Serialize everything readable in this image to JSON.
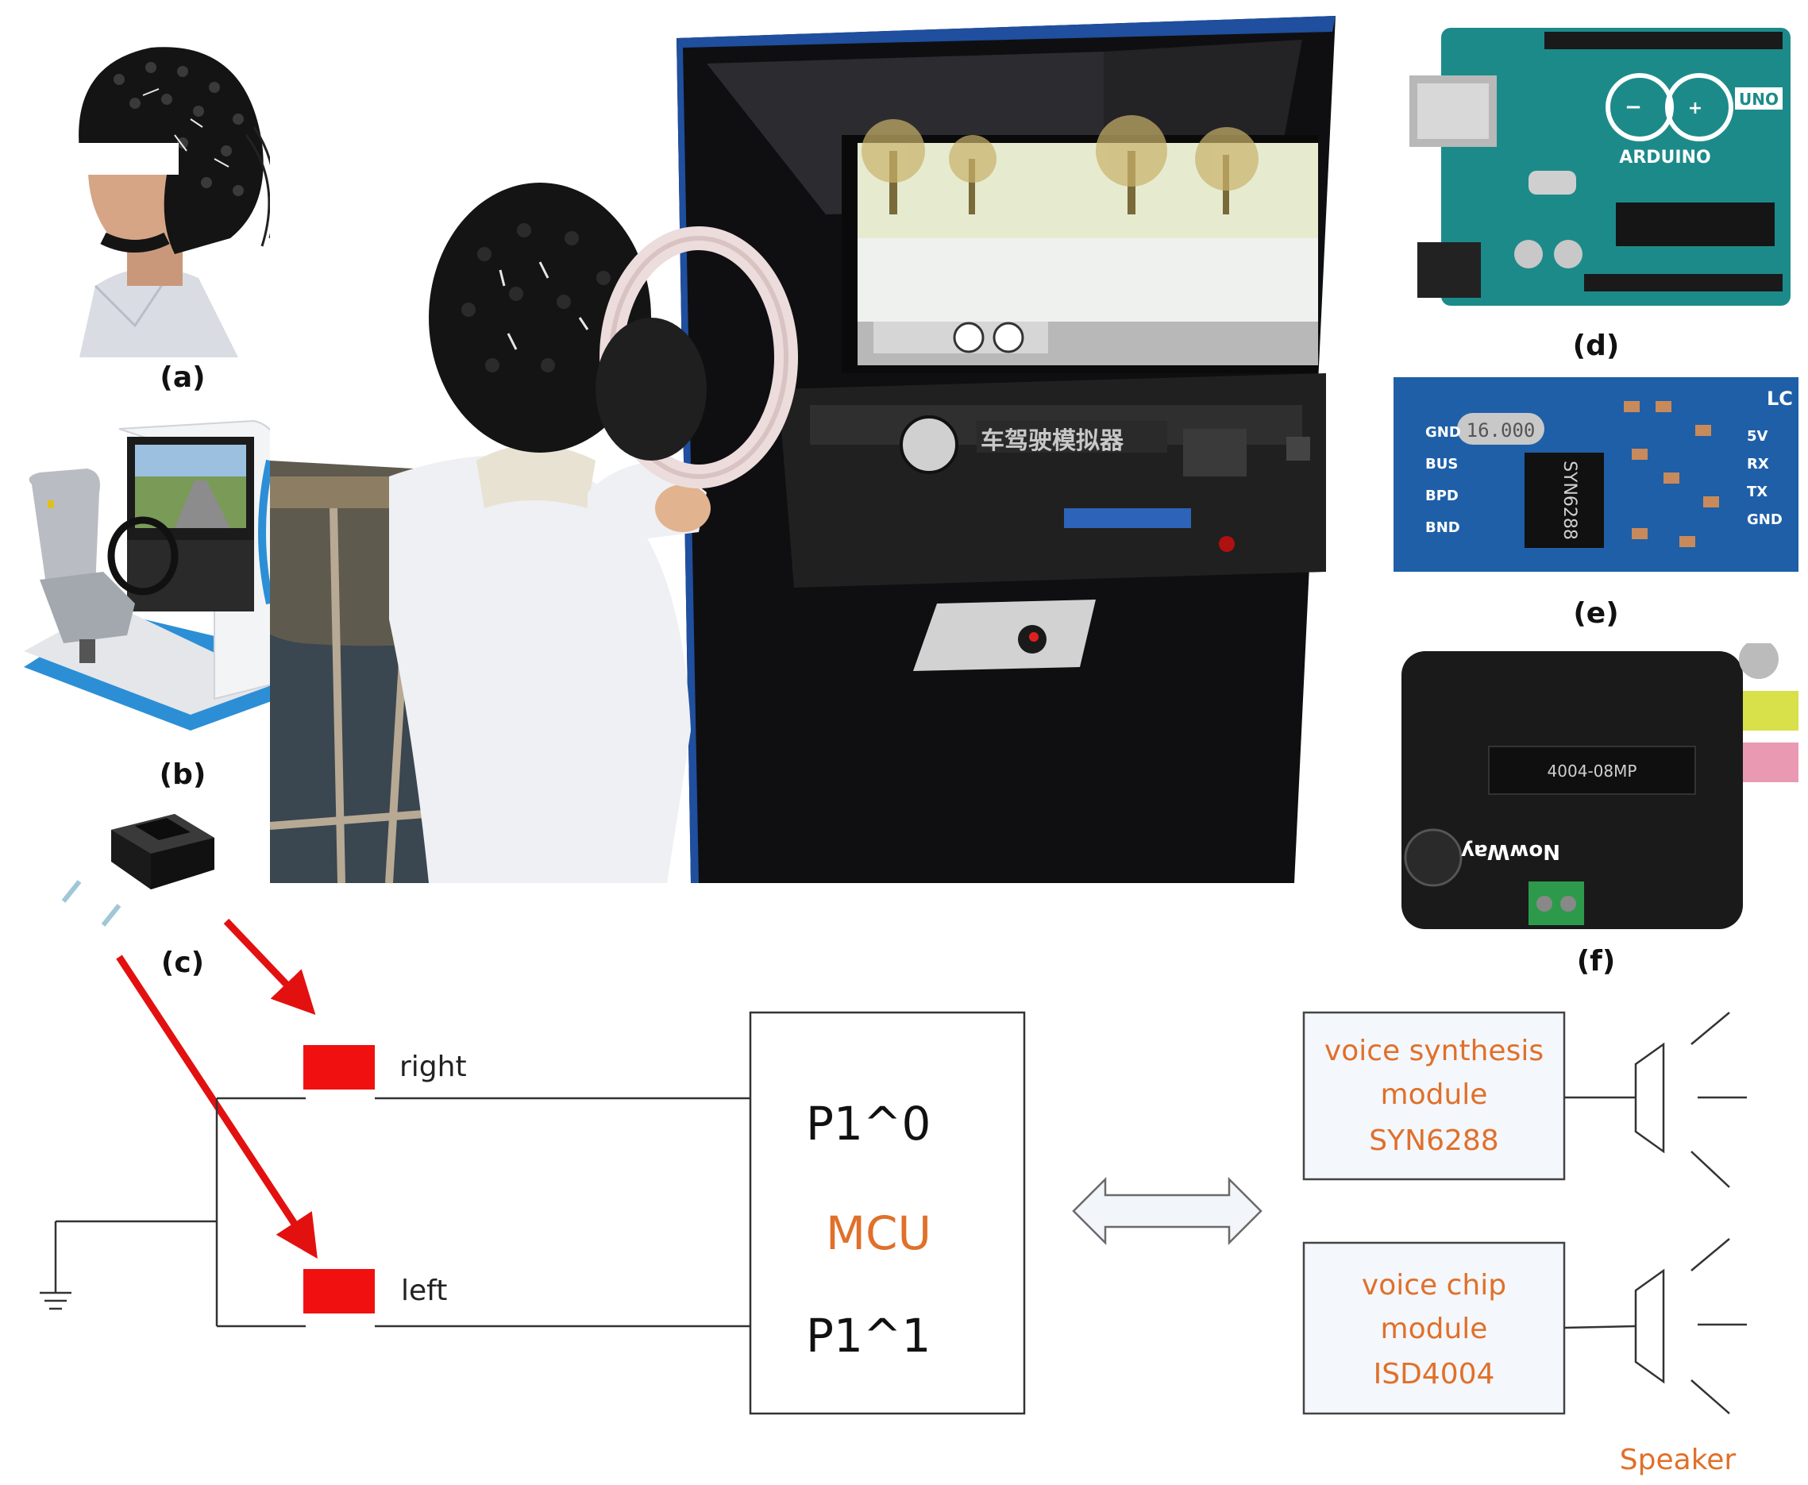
{
  "captions": {
    "a": "(a)",
    "b": "(b)",
    "c": "(c)",
    "d": "(d)",
    "e": "(e)",
    "f": "(f)"
  },
  "diagram": {
    "switch_right": "right",
    "switch_left": "left",
    "mcu_label": "MCU",
    "pin_0": "P1^0",
    "pin_1": "P1^1",
    "synthesis_module": {
      "line1": "voice synthesis",
      "line2": "module",
      "line3": "SYN6288"
    },
    "chip_module": {
      "line1": "voice chip",
      "line2": "module",
      "line3": "ISD4004"
    },
    "speaker_label": "Speaker"
  },
  "boards": {
    "arduino_text": "ARDUINO",
    "arduino_uno": "UNO",
    "syn_crystal": "16.000",
    "syn_chip": "SYN6288",
    "syn_lc": "LC",
    "syn_pins_left": [
      "GND",
      "BUS",
      "BPD",
      "BND"
    ],
    "syn_pins_right": [
      "5V",
      "RX",
      "TX",
      "GND"
    ],
    "isd_chip": "4004-08MP",
    "isd_brand": "NowWay",
    "sim_sign": "车驾驶模拟器"
  },
  "colors": {
    "arrow_red": "#e31010",
    "switch_red": "#f01010",
    "module_text_orange": "#e0702a",
    "pcb_teal": "#1d8a8a",
    "pcb_blue": "#1e5fa8",
    "pcb_black": "#1a1a1a"
  }
}
